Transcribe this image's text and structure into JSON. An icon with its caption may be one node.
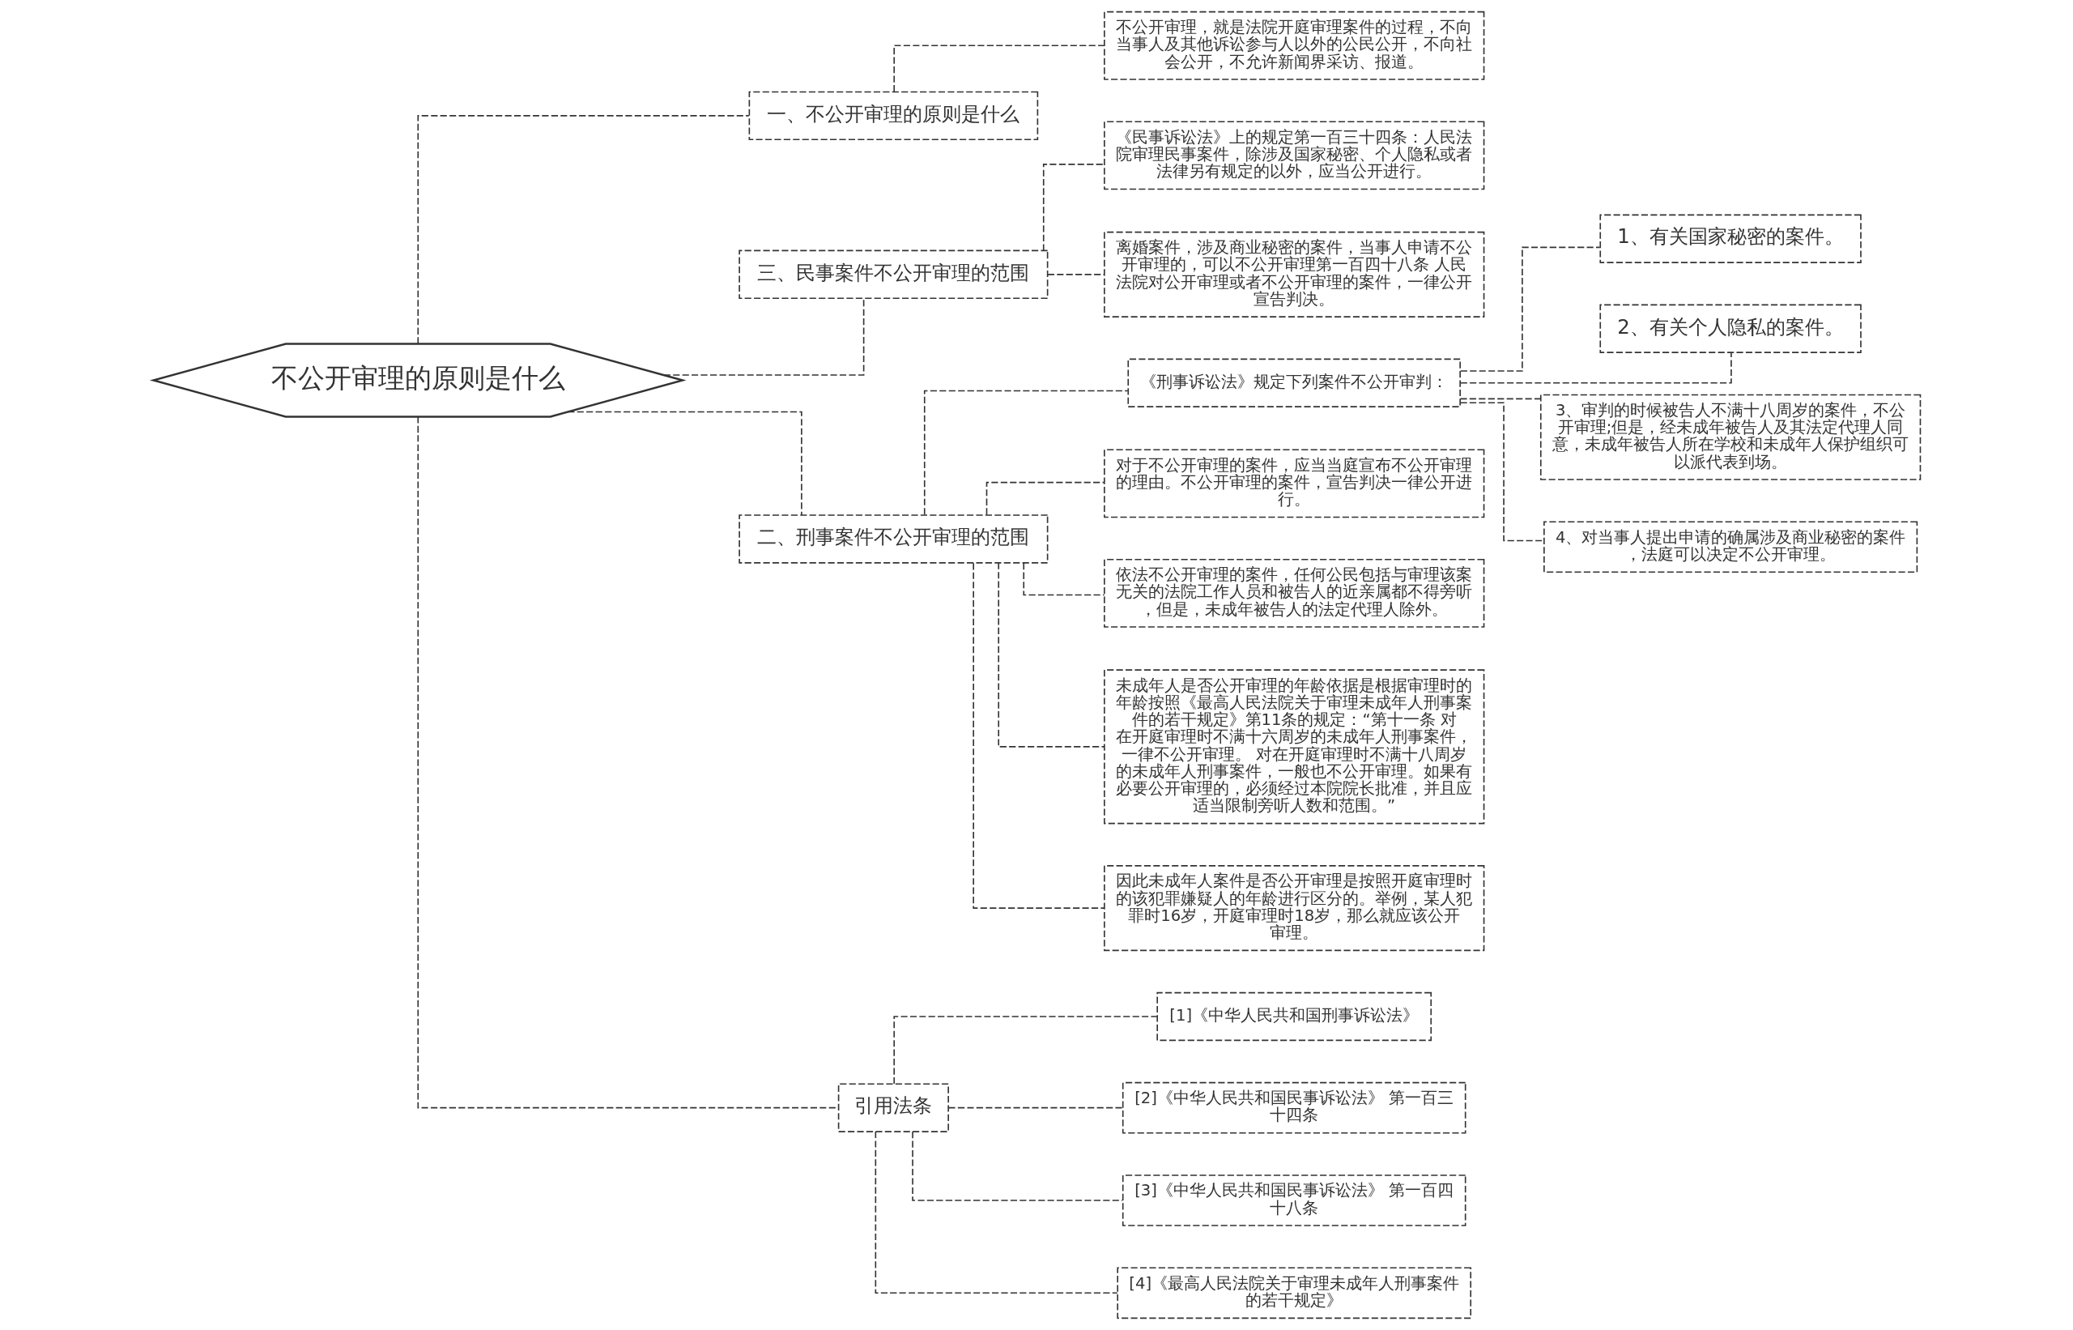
{
  "diagram": {
    "nodes": [
      {
        "text": [
          "不公开审理的原则是什么"
        ]
      },
      {
        "text": [
          "一、不公开审理的原则是什么"
        ]
      },
      {
        "text": [
          "不公开审理，就是法院开庭审理案件的过程，不向当事人及其他诉讼参与人以外的公民公开，不向社会公开，不允许新闻界采访、报道。"
        ]
      },
      {
        "text": [
          "三、民事案件不公开审理的范围"
        ]
      },
      {
        "text": [
          "《民事诉讼法》上的规定第一百三十四条：人民法院审理民事案件，除涉及国家秘密、个人隐私或者法律另有规定的以外，应当公开进行。"
        ]
      },
      {
        "text": [
          "离婚案件，涉及商业秘密的案件，当事人申请不公开审理的，可以不公开审理第一百四十八条 人民法院对公开审理或者不公开审理的案件，一律公开宣告判决。"
        ]
      },
      {
        "text": [
          "二、刑事案件不公开审理的范围"
        ]
      },
      {
        "text": [
          "《刑事诉讼法》规定下列案件不公开审判："
        ]
      },
      {
        "text": [
          "1、有关国家秘密的案件。"
        ]
      },
      {
        "text": [
          "2、有关个人隐私的案件。"
        ]
      },
      {
        "text": [
          "3、审判的时候被告人不满十八周岁的案件，不公开审理;但是，经未成年被告人及其法定代理人同意，未成年被告人所在学校和未成年人保护组织可以派代表到场。"
        ]
      },
      {
        "text": [
          "4、对当事人提出申请的确属涉及商业秘密的案件，法庭可以决定不公开审理。"
        ]
      },
      {
        "text": [
          "对于不公开审理的案件，应当当庭宣布不公开审理的理由。不公开审理的案件，宣告判决一律公开进行。"
        ]
      },
      {
        "text": [
          "依法不公开审理的案件，任何公民包括与审理该案无关的法院工作人员和被告人的近亲属都不得旁听，但是，未成年被告人的法定代理人除外。"
        ]
      },
      {
        "text": [
          "未成年人是否公开审理的年龄依据是根据审理时的年龄按照《最高人民法院关于审理未成年人刑事案件的若干规定》第11条的规定：“第十一条 对在开庭审理时不满十六周岁的未成年人刑事案件，一律不公开审理。 对在开庭审理时不满十八周岁的未成年人刑事案件，一般也不公开审理。如果有必要公开审理的，必须经过本院院长批准，并且应适当限制旁听人数和范围。”"
        ]
      },
      {
        "text": [
          "因此未成年人案件是否公开审理是按照开庭审理时的该犯罪嫌疑人的年龄进行区分的。举例，某人犯罪时16岁，开庭审理时18岁，那么就应该公开审理。"
        ]
      },
      {
        "text": [
          "引用法条"
        ]
      },
      {
        "text": [
          "[1]《中华人民共和国刑事诉讼法》"
        ]
      },
      {
        "text": [
          "[2]《中华人民共和国民事诉讼法》 第一百三十四条"
        ]
      },
      {
        "text": [
          "[3]《中华人民共和国民事诉讼法》 第一百四十八条"
        ]
      },
      {
        "text": [
          "[4]《最高人民法院关于审理未成年人刑事案件的若干规定》"
        ]
      }
    ],
    "edges": [
      {
        "from": 0,
        "to": 1,
        "arrow": "none"
      },
      {
        "from": 1,
        "to": 2,
        "arrow": "none"
      },
      {
        "from": 0,
        "to": 3,
        "arrow": "none"
      },
      {
        "from": 3,
        "to": 4,
        "arrow": "none"
      },
      {
        "from": 3,
        "to": 5,
        "arrow": "none"
      },
      {
        "from": 0,
        "to": 6,
        "arrow": "none"
      },
      {
        "from": 6,
        "to": 7,
        "arrow": "none"
      },
      {
        "from": 7,
        "to": 8,
        "arrow": "none"
      },
      {
        "from": 7,
        "to": 9,
        "arrow": "none"
      },
      {
        "from": 7,
        "to": 10,
        "arrow": "none"
      },
      {
        "from": 7,
        "to": 11,
        "arrow": "none"
      },
      {
        "from": 6,
        "to": 12,
        "arrow": "none"
      },
      {
        "from": 6,
        "to": 13,
        "arrow": "none"
      },
      {
        "from": 6,
        "to": 14,
        "arrow": "none"
      },
      {
        "from": 6,
        "to": 15,
        "arrow": "none"
      },
      {
        "from": 0,
        "to": 16,
        "arrow": "none"
      },
      {
        "from": 16,
        "to": 17,
        "arrow": "none"
      },
      {
        "from": 16,
        "to": 18,
        "arrow": "none"
      },
      {
        "from": 16,
        "to": 19,
        "arrow": "none"
      },
      {
        "from": 16,
        "to": 20,
        "arrow": "none"
      }
    ]
  }
}
